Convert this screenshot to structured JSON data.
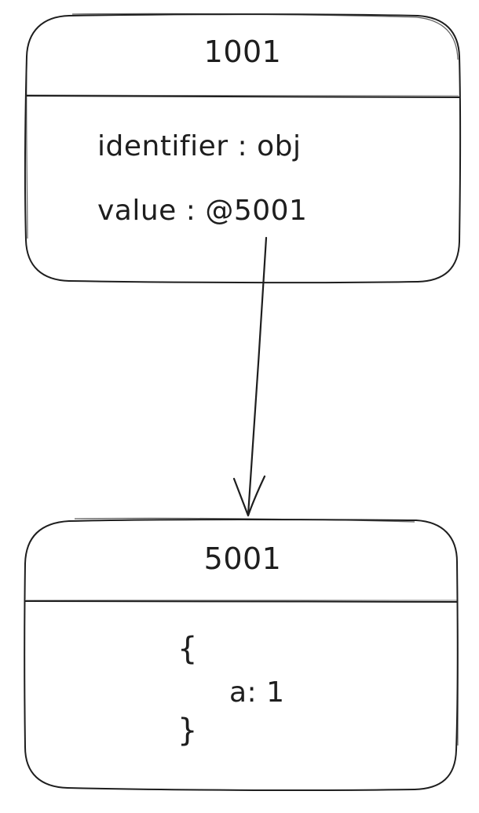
{
  "memory_box_top": {
    "address": "1001",
    "fields": [
      {
        "text": "identifier : obj"
      },
      {
        "text": "value : @5001"
      }
    ]
  },
  "memory_box_bottom": {
    "address": "5001",
    "content": {
      "open_brace": "{",
      "property": "a: 1",
      "close_brace": "}"
    }
  },
  "connector": {
    "from": "value : @5001",
    "to": "5001"
  },
  "colors": {
    "stroke": "#1e1e1e",
    "background": "#ffffff"
  }
}
